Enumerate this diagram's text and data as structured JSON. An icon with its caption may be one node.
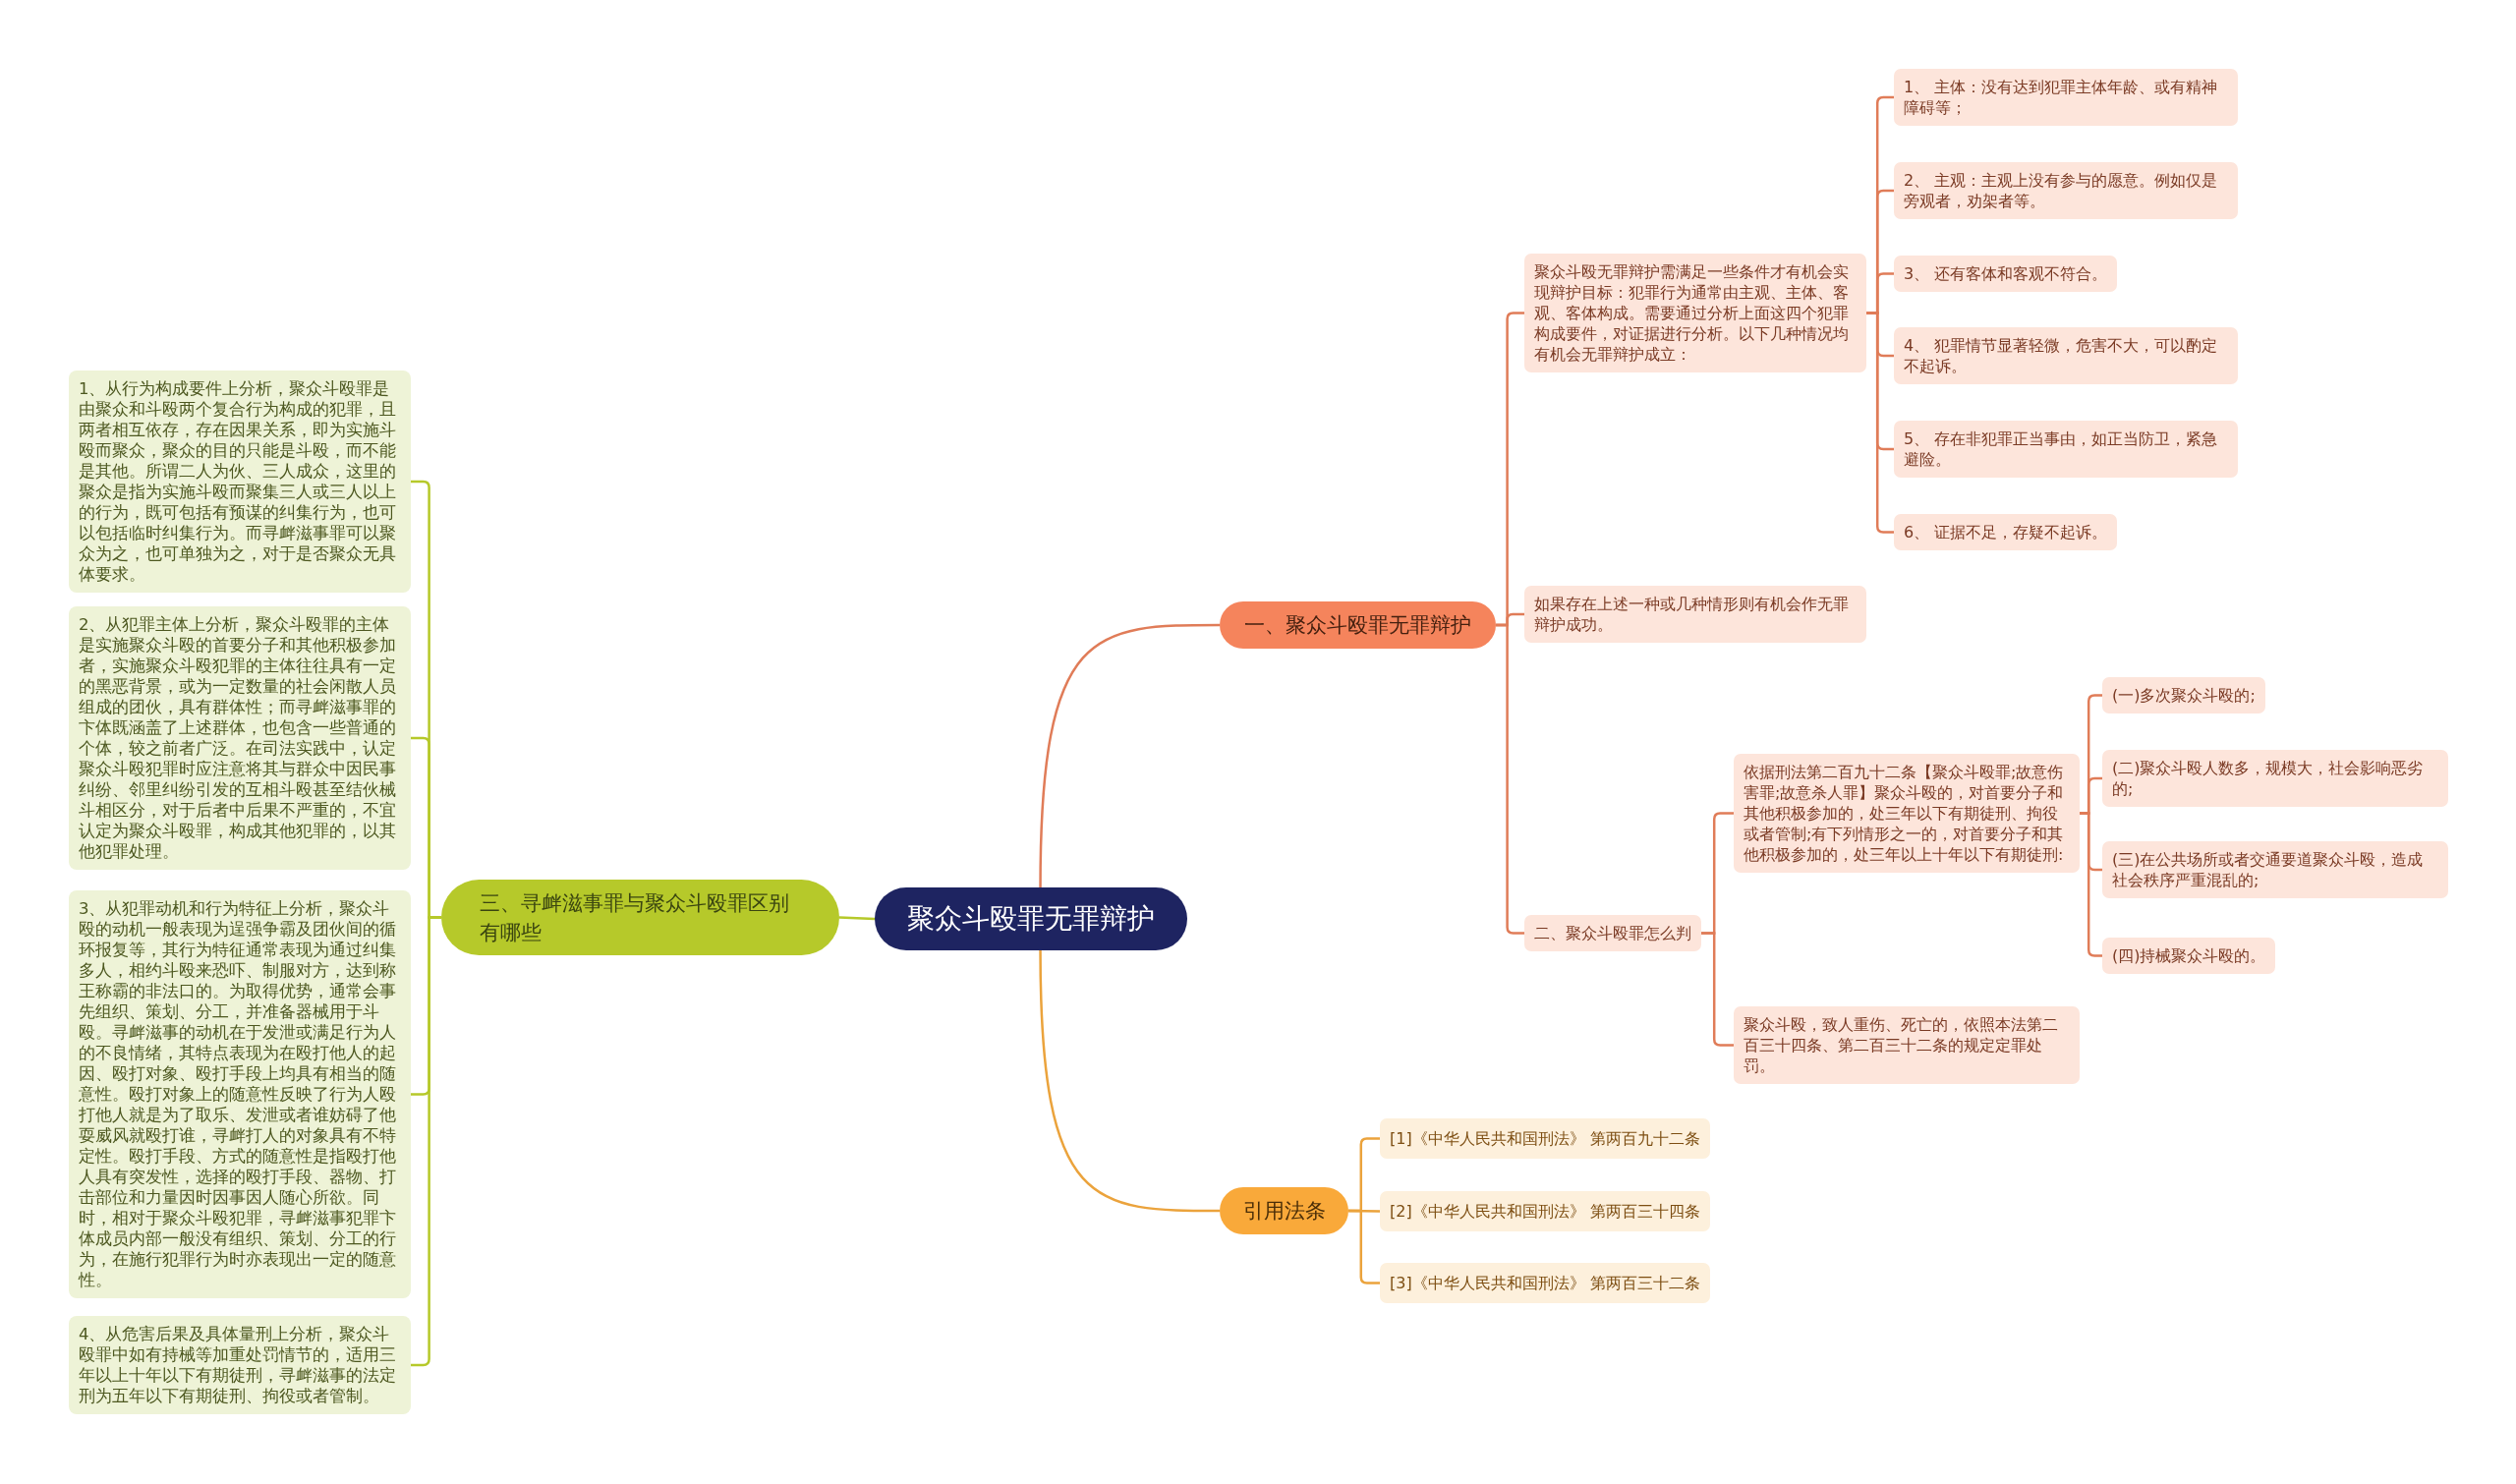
{
  "diagram": {
    "nodes": [
      {
        "text": [
          "聚众斗殴罪无罪辩护"
        ]
      },
      {
        "text": [
          "一、聚众斗殴罪无罪辩护"
        ]
      },
      {
        "text": [
          "聚众斗殴无罪辩护需满足一些条件才有机会实现辩护目标：犯罪行为通常由主观、主体、客观、客体构成。需要通过分析上面这四个犯罪构成要件，对证据进行分析。以下几种情况均有机会无罪辩护成立："
        ]
      },
      {
        "text": [
          "1、 主体：没有达到犯罪主体年龄、或有精神障碍等；"
        ]
      },
      {
        "text": [
          "2、 主观：主观上没有参与的愿意。例如仅是旁观者，劝架者等。"
        ]
      },
      {
        "text": [
          "3、 还有客体和客观不符合。"
        ]
      },
      {
        "text": [
          "4、 犯罪情节显著轻微，危害不大，可以酌定不起诉。"
        ]
      },
      {
        "text": [
          "5、 存在非犯罪正当事由，如正当防卫，紧急避险。"
        ]
      },
      {
        "text": [
          "6、 证据不足，存疑不起诉。"
        ]
      },
      {
        "text": [
          "如果存在上述一种或几种情形则有机会作无罪辩护成功。"
        ]
      },
      {
        "text": [
          "二、聚众斗殴罪怎么判"
        ]
      },
      {
        "text": [
          "依据刑法第二百九十二条【聚众斗殴罪;故意伤害罪;故意杀人罪】聚众斗殴的，对首要分子和其他积极参加的，处三年以下有期徒刑、拘役或者管制;有下列情形之一的，对首要分子和其他积极参加的，处三年以上十年以下有期徒刑:"
        ]
      },
      {
        "text": [
          "(一)多次聚众斗殴的;"
        ]
      },
      {
        "text": [
          "(二)聚众斗殴人数多，规模大，社会影响恶劣的;"
        ]
      },
      {
        "text": [
          "(三)在公共场所或者交通要道聚众斗殴，造成社会秩序严重混乱的;"
        ]
      },
      {
        "text": [
          "(四)持械聚众斗殴的。"
        ]
      },
      {
        "text": [
          "聚众斗殴，致人重伤、死亡的，依照本法第二百三十四条、第二百三十二条的规定定罪处罚。"
        ]
      },
      {
        "text": [
          "引用法条"
        ]
      },
      {
        "text": [
          "[1]《中华人民共和国刑法》 第两百九十二条"
        ]
      },
      {
        "text": [
          "[2]《中华人民共和国刑法》 第两百三十四条"
        ]
      },
      {
        "text": [
          "[3]《中华人民共和国刑法》 第两百三十二条"
        ]
      },
      {
        "text": [
          "三、寻衅滋事罪与聚众斗殴罪区别有哪些"
        ]
      },
      {
        "text": [
          "1、从行为构成要件上分析，聚众斗殴罪是由聚众和斗殴两个复合行为构成的犯罪，且两者相互依存，存在因果关系，即为实施斗殴而聚众，聚众的目的只能是斗殴，而不能是其他。所谓二人为伙、三人成众，这里的聚众是指为实施斗殴而聚集三人或三人以上的行为，既可包括有预谋的纠集行为，也可以包括临时纠集行为。而寻衅滋事罪可以聚众为之，也可单独为之，对于是否聚众无具体要求。"
        ]
      },
      {
        "text": [
          "2、从犯罪主体上分析，聚众斗殴罪的主体是实施聚众斗殴的首要分子和其他积极参加者，实施聚众斗殴犯罪的主体往往具有一定的黑恶背景，或为一定数量的社会闲散人员组成的团伙，具有群体性；而寻衅滋事罪的卞体既涵盖了上述群体，也包含一些普通的个体，较之前者广泛。在司法实践中，认定聚众斗殴犯罪时应注意将其与群众中因民事纠纷、邻里纠纷引发的互相斗殴甚至结伙械斗相区分，对于后者中后果不严重的，不宜认定为聚众斗殴罪，构成其他犯罪的，以其他犯罪处理。"
        ]
      },
      {
        "text": [
          "3、从犯罪动机和行为特征上分析，聚众斗殴的动机一般表现为逞强争霸及团伙间的循环报复等，其行为特征通常表现为通过纠集多人，相约斗殴来恐吓、制服对方，达到称王称霸的非法口的。为取得优势，通常会事先组织、策划、分工，并准备器械用于斗殴。寻衅滋事的动机在于发泄或满足行为人的不良情绪，其特点表现为在殴打他人的起因、殴打对象、殴打手段上均具有相当的随意性。殴打对象上的随意性反映了行为人殴打他人就是为了取乐、发泄或者谁妨碍了他耍威风就殴打谁，寻衅打人的对象具有不特定性。殴打手段、方式的随意性是指殴打他人具有突发性，选择的殴打手段、器物、打击部位和力量因时因事因人随心所欲。同时，相对于聚众斗殴犯罪，寻衅滋事犯罪卞体成员内部一般没有组织、策划、分工的行为，在施行犯罪行为时亦表现出一定的随意性。"
        ]
      },
      {
        "text": [
          "4、从危害后果及具体量刑上分析，聚众斗殴罪中如有持械等加重处罚情节的，适用三年以上十年以下有期徒刑，寻衅滋事的法定刑为五年以下有期徒刑、拘役或者管制。"
        ]
      }
    ],
    "edges": [
      {
        "from": 0,
        "to": 1,
        "arrow": "none"
      },
      {
        "from": 1,
        "to": 2,
        "arrow": "none"
      },
      {
        "from": 2,
        "to": 3,
        "arrow": "none"
      },
      {
        "from": 2,
        "to": 4,
        "arrow": "none"
      },
      {
        "from": 2,
        "to": 5,
        "arrow": "none"
      },
      {
        "from": 2,
        "to": 6,
        "arrow": "none"
      },
      {
        "from": 2,
        "to": 7,
        "arrow": "none"
      },
      {
        "from": 2,
        "to": 8,
        "arrow": "none"
      },
      {
        "from": 1,
        "to": 9,
        "arrow": "none"
      },
      {
        "from": 1,
        "to": 10,
        "arrow": "none"
      },
      {
        "from": 10,
        "to": 11,
        "arrow": "none"
      },
      {
        "from": 11,
        "to": 12,
        "arrow": "none"
      },
      {
        "from": 11,
        "to": 13,
        "arrow": "none"
      },
      {
        "from": 11,
        "to": 14,
        "arrow": "none"
      },
      {
        "from": 11,
        "to": 15,
        "arrow": "none"
      },
      {
        "from": 10,
        "to": 16,
        "arrow": "none"
      },
      {
        "from": 0,
        "to": 17,
        "arrow": "none",
        "color": "#eba33c"
      },
      {
        "from": 17,
        "to": 18,
        "arrow": "none",
        "color": "#eba33c"
      },
      {
        "from": 17,
        "to": 19,
        "arrow": "none",
        "color": "#eba33c"
      },
      {
        "from": 17,
        "to": 20,
        "arrow": "none",
        "color": "#eba33c"
      },
      {
        "from": 0,
        "to": 21,
        "arrow": "none",
        "color": "#b6c92a"
      },
      {
        "from": 21,
        "to": 22,
        "arrow": "none",
        "color": "#b6c92a"
      },
      {
        "from": 21,
        "to": 23,
        "arrow": "none",
        "color": "#b6c92a"
      },
      {
        "from": 21,
        "to": 24,
        "arrow": "none",
        "color": "#b6c92a"
      },
      {
        "from": 21,
        "to": 25,
        "arrow": "none",
        "color": "#b6c92a"
      }
    ]
  }
}
